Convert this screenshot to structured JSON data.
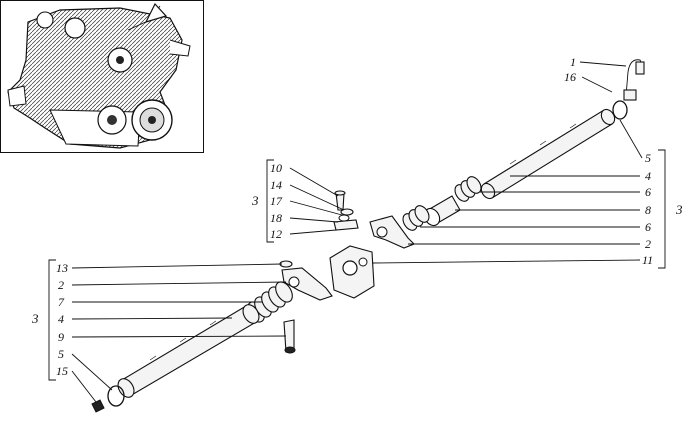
{
  "callouts": {
    "top_right": [
      "1",
      "16"
    ],
    "right_group": [
      "5",
      "4",
      "6",
      "8",
      "6",
      "2",
      "11"
    ],
    "right_group_total": "3",
    "middle_group": [
      "10",
      "14",
      "17",
      "18",
      "12"
    ],
    "middle_group_total": "3",
    "left_group": [
      "13",
      "2",
      "7",
      "4",
      "9",
      "5",
      "15"
    ],
    "left_group_total": "3"
  }
}
